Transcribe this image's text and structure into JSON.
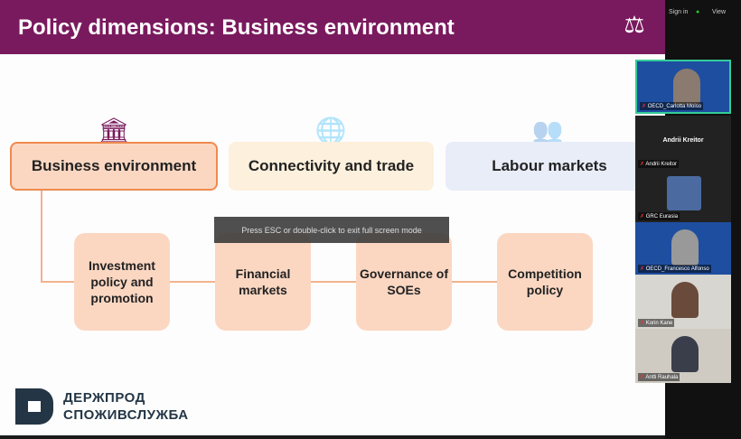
{
  "slide": {
    "title": "Policy dimensions: Business environment",
    "dimensions": [
      {
        "label": "Business environment",
        "icon": "bank-people-icon"
      },
      {
        "label": "Connectivity and trade",
        "icon": "globe-icon"
      },
      {
        "label": "Labour markets",
        "icon": "hand-people-icon"
      }
    ],
    "subdimensions": [
      "Investment policy and promotion",
      "Financial markets",
      "Governance of SOEs",
      "Competition policy"
    ],
    "logo": {
      "line1": "ДЕРЖПРОД",
      "line2": "СПОЖИВСЛУЖБА"
    }
  },
  "toast": "Press ESC or double-click to exit full screen mode",
  "zoom": {
    "sign_in": "Sign in",
    "view": "View",
    "participants": [
      "OECD_Carlotta Moiso",
      "Andrii Kreitor",
      "GRC Eurasia",
      "OECD_Francesco Alfonso",
      "Korin Kane",
      "Antti Rauhala"
    ],
    "speaker_name": "Andrii Kreitor"
  }
}
